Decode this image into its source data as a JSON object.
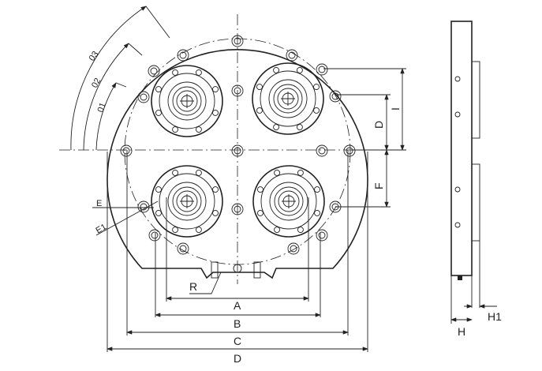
{
  "drawing": {
    "dimensions": {
      "o3": "03",
      "o2": "02",
      "o1": "01",
      "e": "E",
      "e1": "E1",
      "r": "R",
      "a": "A",
      "b": "B",
      "c": "C",
      "d": "D",
      "d_vertical": "D",
      "i": "I",
      "f": "F",
      "h": "H",
      "h1": "H1"
    }
  }
}
